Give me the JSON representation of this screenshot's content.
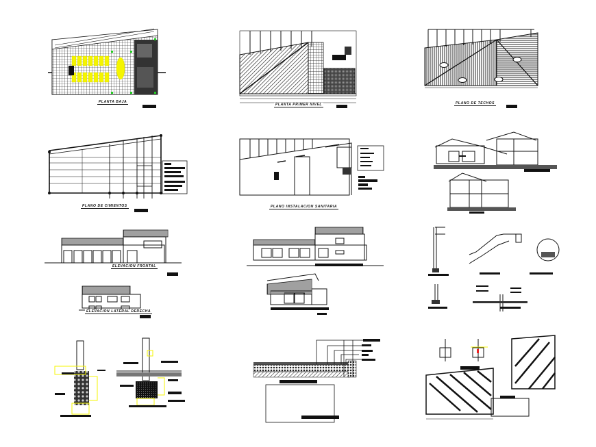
{
  "sheet": {
    "background": "#ffffff",
    "line_color": "#111111",
    "accent_yellow": "#f5f500",
    "accent_green": "#22cc22",
    "accent_red": "#ee2222"
  },
  "drawings": [
    {
      "id": "planta-baja",
      "title": "PLANTA BAJA",
      "type": "floor-plan"
    },
    {
      "id": "planta-primer-nivel",
      "title": "PLANTA PRIMER NIVEL",
      "type": "floor-plan"
    },
    {
      "id": "plano-de-techos",
      "title": "PLANO DE TECHOS",
      "type": "roof-plan"
    },
    {
      "id": "plano-de-cimientos",
      "title": "PLANO DE CIMIENTOS",
      "type": "foundation-plan"
    },
    {
      "id": "plano-instalacion-sanitaria",
      "title": "PLANO INSTALACION SANITARIA",
      "type": "plumbing-plan"
    },
    {
      "id": "cortes",
      "title": "",
      "type": "sections"
    },
    {
      "id": "elevacion-frontal",
      "title": "ELEVACION FRONTAL",
      "type": "elevation"
    },
    {
      "id": "elevacion-lateral-derecha",
      "title": "ELEVACION LATERAL DERECHA",
      "type": "elevation"
    },
    {
      "id": "elevaciones-posterior",
      "title": "",
      "type": "elevation"
    },
    {
      "id": "detalles-escalera",
      "title": "",
      "type": "details"
    },
    {
      "id": "detalles-cimiento",
      "title": "",
      "type": "details"
    },
    {
      "id": "detalle-piso",
      "title": "",
      "type": "details"
    },
    {
      "id": "detalle-techo",
      "title": "",
      "type": "details"
    }
  ]
}
